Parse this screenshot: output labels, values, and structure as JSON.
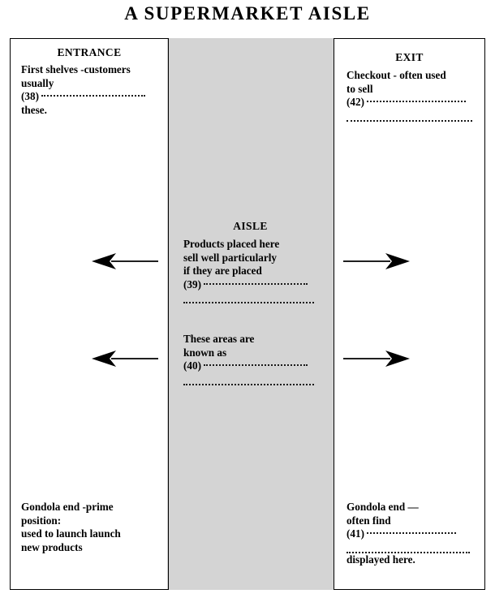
{
  "title": "A SUPERMARKET AISLE",
  "colors": {
    "aisle_fill": "#d4d4d4",
    "border": "#000000",
    "text": "#000000",
    "background": "#ffffff"
  },
  "diagram": {
    "left_shelf": {
      "heading": "ENTRANCE",
      "top_text": {
        "line1": "First shelves -customers",
        "line2": "usually",
        "gap_number": "(38)",
        "line_after_gap": "these."
      },
      "bottom_text": {
        "line1": "Gondola end -prime",
        "line2": "position:",
        "line3": "used to launch launch",
        "line4": "new products"
      }
    },
    "aisle": {
      "heading": "AISLE",
      "block1": {
        "line1": "Products placed here",
        "line2": "sell well particularly",
        "line3": "if they are placed",
        "gap_number": "(39)"
      },
      "block2": {
        "line1": "These areas are",
        "line2": "known as",
        "gap_number": "(40)"
      }
    },
    "right_shelf": {
      "heading": "EXIT",
      "top_text": {
        "line1": "Checkout - often used",
        "line2": "to sell",
        "gap_number": "(42)"
      },
      "bottom_text": {
        "line1": "Gondola end —",
        "line2": "often find",
        "gap_number": "(41)",
        "line_after_gap": "displayed here."
      }
    },
    "arrows": [
      {
        "name": "arrow-left-upper",
        "direction": "left"
      },
      {
        "name": "arrow-right-upper",
        "direction": "right"
      },
      {
        "name": "arrow-left-lower",
        "direction": "left"
      },
      {
        "name": "arrow-right-lower",
        "direction": "right"
      }
    ]
  }
}
